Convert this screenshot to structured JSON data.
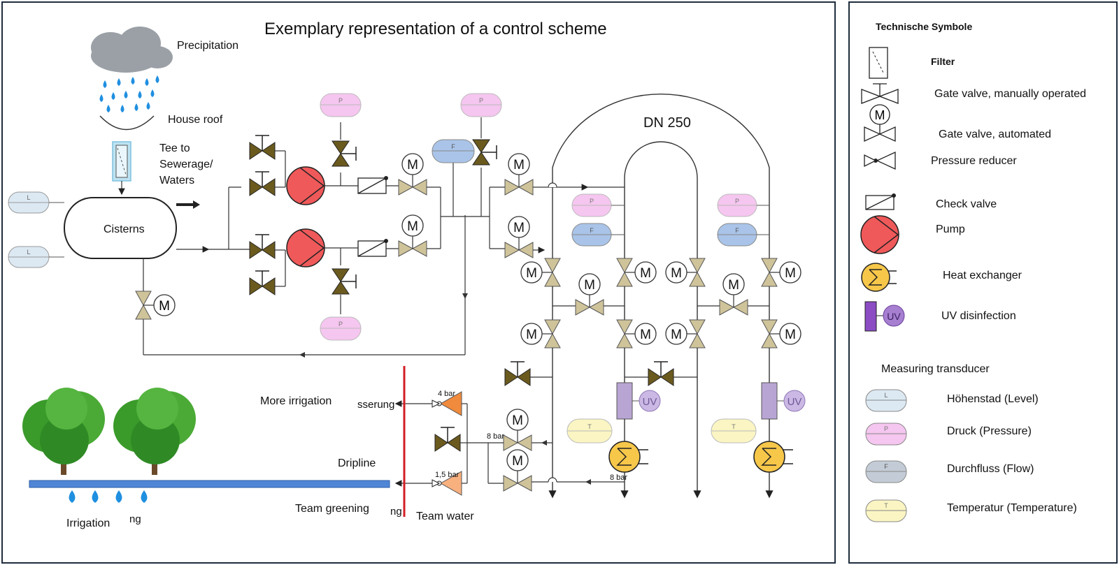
{
  "diagram": {
    "title": "Exemplary representation of a control scheme",
    "labels": {
      "precipitation": "Precipitation",
      "house_roof": "House roof",
      "tee_line1": "Tee to",
      "tee_line2": "Sewerage/",
      "tee_line3": "Waters",
      "cisterns": "Cisterns",
      "dn": "DN 250",
      "more_irrigation": "More irrigation",
      "dripline": "Dripline",
      "team_greening": "Team greening",
      "team_water": "Team water",
      "irrigation": "Irrigation",
      "cut_serung": "sserung",
      "cut_ng_left": "ng",
      "cut_ng_right": "ng",
      "bar_4": "4 bar",
      "bar_8a": "8 bar",
      "bar_15": "1,5 bar",
      "bar_8b": "8 bar"
    },
    "transducer_letters": {
      "level": "L",
      "pressure": "P",
      "flow": "F",
      "temperature": "T"
    },
    "motor_letter": "M",
    "uv_letter": "UV"
  },
  "legend": {
    "header": "Technische Symbole",
    "items": [
      "Filter",
      "Gate valve, manually operated",
      "Gate valve, automated",
      "Pressure reducer",
      "Check valve",
      "Pump",
      "Heat exchanger",
      "UV disinfection"
    ],
    "measuring_header": "Measuring transducer",
    "transducers": [
      "Höhenstad (Level)",
      "Druck (Pressure)",
      "Durchfluss (Flow)",
      "Temperatur (Temperature)"
    ]
  },
  "colors": {
    "level": "#dce9f3",
    "pressure": "#f5c6ef",
    "flow": "#a9c4e8",
    "temperature": "#faf5c2",
    "pump": "#f0595a",
    "heat_exchanger": "#f7c74a",
    "uv": "#9b7fc2",
    "valve_manual": "#6b5a1e",
    "valve_auto": "#cfc39a",
    "reducer": "#f08a3c",
    "pipe_blue": "#4f86d6",
    "red_line": "#d21f26",
    "tree": "#3a9a2a",
    "water_drop": "#1f8fe0"
  }
}
